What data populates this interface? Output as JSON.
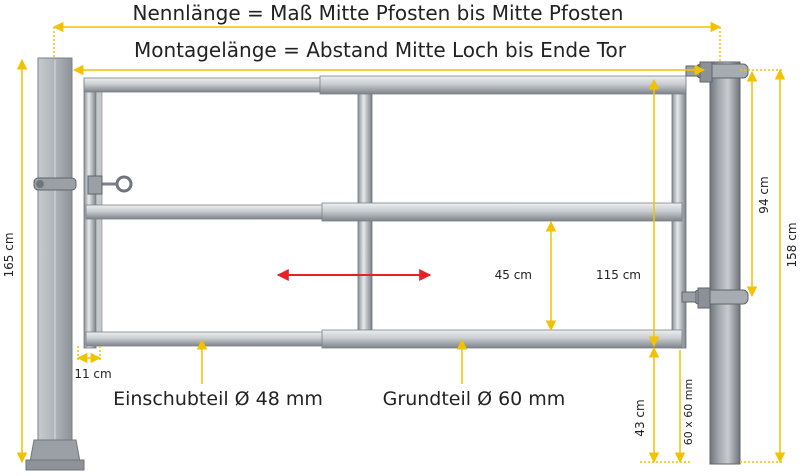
{
  "labels": {
    "nominal_length": "Nennlänge = Maß Mitte Pfosten bis Mitte Pfosten",
    "mounting_length": "Montagelänge = Abstand Mitte Loch bis Ende Tor",
    "post_height_left": "165 cm",
    "post_height_right": "158 cm",
    "hinge_spacing": "94 cm",
    "gate_height": "115 cm",
    "rail_spacing": "45 cm",
    "overlap": "11 cm",
    "ground_clearance": "43 cm",
    "post_profile": "60 x 60 mm",
    "insert_part": "Einschubteil Ø 48 mm",
    "base_part": "Grundteil Ø 60 mm"
  },
  "colors": {
    "dimension": "#f2c200",
    "adjust_arrow": "#e8202a",
    "steel_light": "#eef0f1",
    "steel_mid": "#b9bec3",
    "steel_dark": "#7d8389",
    "text": "#222222"
  }
}
